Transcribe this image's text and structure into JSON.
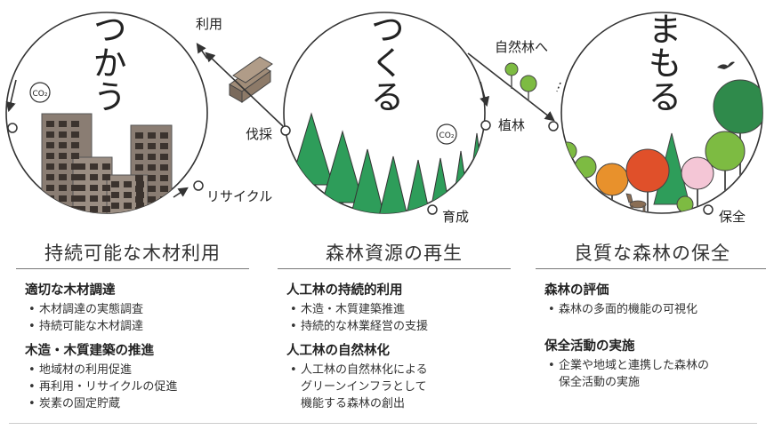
{
  "diagram": {
    "circle_left": {
      "title": "つかう"
    },
    "circle_center": {
      "title": "つくる"
    },
    "circle_right": {
      "title": "まもる"
    },
    "labels": {
      "riyou": "利用",
      "bassai": "伐採",
      "recycle": "リサイクル",
      "shizenrin": "自然林へ",
      "shokurin": "植林",
      "ikusei": "育成",
      "hozen": "保全",
      "co2": "CO₂"
    },
    "colors": {
      "tree_green": "#2e9d5a",
      "building": "#8a7d73",
      "circle": "#333333",
      "light_green": "#7dbb42",
      "orange": "#e8912c",
      "red_orange": "#e0502a",
      "pink": "#f4c6d6",
      "dark_green": "#2f8a4b"
    }
  },
  "columns": [
    {
      "title": "持続可能な木材利用",
      "sections": [
        {
          "heading": "適切な木材調達",
          "items": [
            "木材調達の実態調査",
            "持続可能な木材調達"
          ]
        },
        {
          "heading": "木造・木質建築の推進",
          "items": [
            "地域材の利用促進",
            "再利用・リサイクルの促進",
            "炭素の固定貯蔵"
          ]
        }
      ]
    },
    {
      "title": "森林資源の再生",
      "sections": [
        {
          "heading": "人工林の持続的利用",
          "items": [
            "木造・木質建築推進",
            "持続的な林業経営の支援"
          ]
        },
        {
          "heading": "人工林の自然林化",
          "items": [
            "人工林の自然林化による\nグリーンインフラとして\n機能する森林の創出"
          ]
        }
      ]
    },
    {
      "title": "良質な森林の保全",
      "sections": [
        {
          "heading": "森林の評価",
          "items": [
            "森林の多面的機能の可視化"
          ]
        },
        {
          "heading": "保全活動の実施",
          "items": [
            "企業や地域と連携した森林の\n保全活動の実施"
          ]
        }
      ]
    }
  ]
}
